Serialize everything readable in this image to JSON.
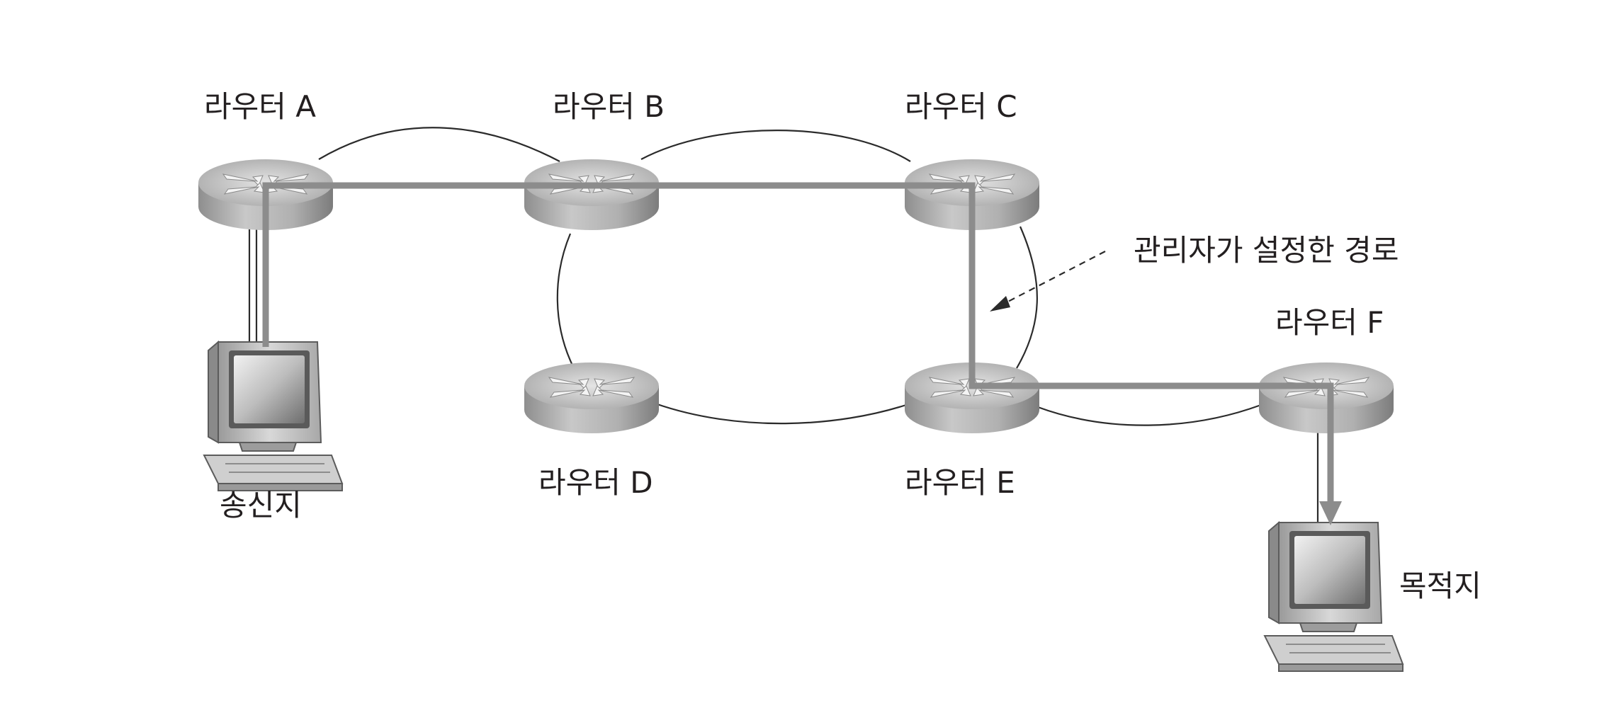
{
  "diagram": {
    "routers": {
      "a": "라우터 A",
      "b": "라우터 B",
      "c": "라우터 C",
      "d": "라우터 D",
      "e": "라우터 E",
      "f": "라우터 F"
    },
    "source_label": "송신지",
    "destination_label": "목적지",
    "route_annotation": "관리자가 설정한 경로"
  },
  "colors": {
    "route": "#8c8c8c",
    "router_body": "#bdbdbd",
    "router_top": "#d9d9d9",
    "link": "#2b2b2b"
  }
}
